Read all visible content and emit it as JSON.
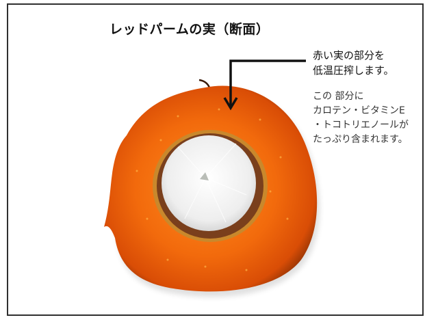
{
  "diagram": {
    "title": "レッドパームの実（断面）",
    "callout": {
      "lines": [
        "赤い実の部分を",
        "低温圧搾します。"
      ],
      "arrow": "pointer-arrow-down"
    },
    "note": {
      "lines": [
        "この 部分に",
        "カロテン・ビタミンE",
        "・トコトリエノールが",
        "たっぷり含まれます。"
      ]
    },
    "image_subject": "red palm fruit cross-section",
    "colors": {
      "frame": "#2f2f2f",
      "mesocarp": "#f0640a",
      "mesocarp_dark": "#b23a06",
      "shell": "#7a3f1c",
      "kernel": "#f4f4f4",
      "text": "#111111"
    }
  }
}
